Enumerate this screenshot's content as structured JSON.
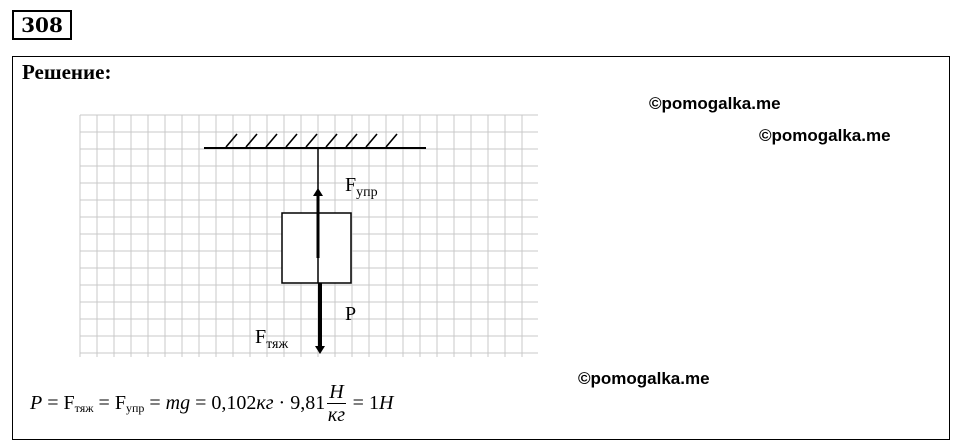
{
  "problem": {
    "number": "308"
  },
  "section": {
    "heading": "Решение:"
  },
  "watermarks": [
    "©pomogalka.me",
    "©pomogalka.me",
    "©pomogalka.me"
  ],
  "figure": {
    "label_force_up": "F",
    "label_force_up_sub": "упр",
    "label_weight": "P",
    "label_gravity": "F",
    "label_gravity_sub": "тяж"
  },
  "formula": {
    "p": "P",
    "eq1": " = ",
    "f1": "F",
    "f1_sub": "тяж",
    "eq2": " = ",
    "f2": "F",
    "f2_sub": "упр",
    "eq3": " = ",
    "mg": "mg",
    "eq4": " = 0,102",
    "kg1": "кг",
    "dot": " · 9,81",
    "frac_num": "H",
    "frac_den": "кг",
    "result": " = 1",
    "unit": "H"
  }
}
